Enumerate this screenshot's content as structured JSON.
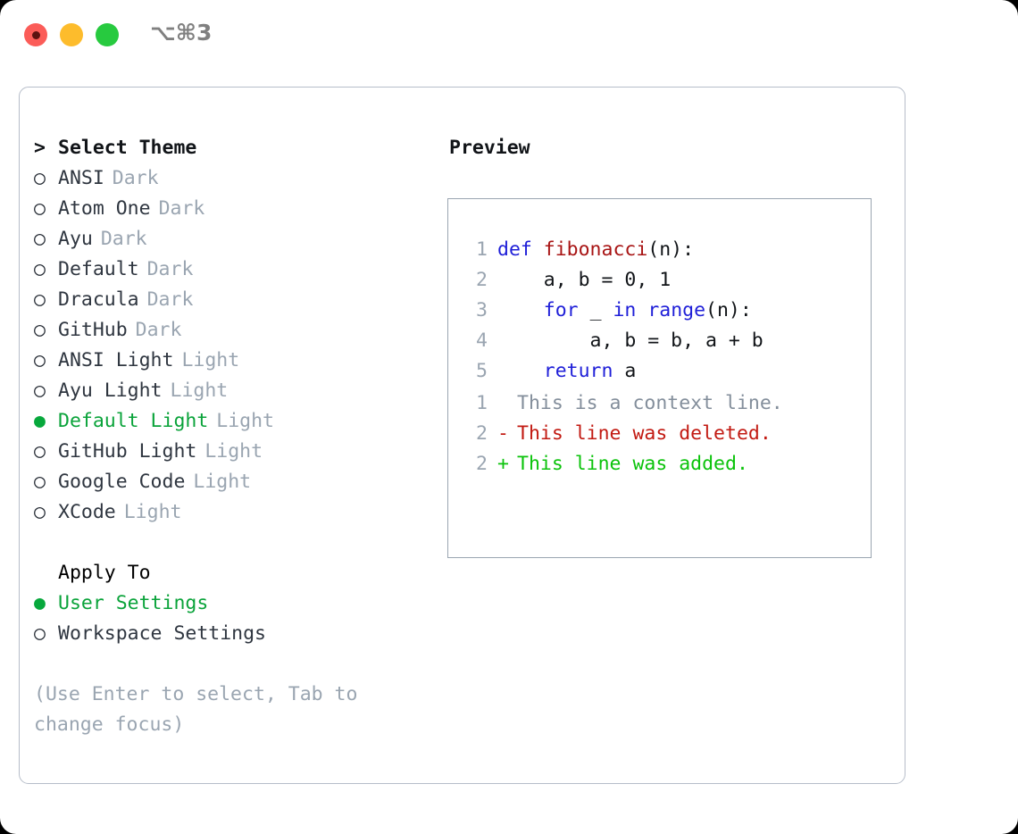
{
  "window": {
    "shortcut": "⌥⌘3",
    "traffic_lights": [
      {
        "name": "close",
        "color": "#fb5c58"
      },
      {
        "name": "minimize",
        "color": "#fdbc2c"
      },
      {
        "name": "maximize",
        "color": "#27ca3f"
      }
    ]
  },
  "theme_picker": {
    "header_prefix": ">",
    "header": "Select Theme",
    "bullet_unselected": "○",
    "bullet_selected": "●",
    "items": [
      {
        "label": "ANSI",
        "tag": "Dark",
        "selected": false
      },
      {
        "label": "Atom One",
        "tag": "Dark",
        "selected": false
      },
      {
        "label": "Ayu",
        "tag": "Dark",
        "selected": false
      },
      {
        "label": "Default",
        "tag": "Dark",
        "selected": false
      },
      {
        "label": "Dracula",
        "tag": "Dark",
        "selected": false
      },
      {
        "label": "GitHub",
        "tag": "Dark",
        "selected": false
      },
      {
        "label": "ANSI Light",
        "tag": "Light",
        "selected": false
      },
      {
        "label": "Ayu Light",
        "tag": "Light",
        "selected": false
      },
      {
        "label": "Default Light",
        "tag": "Light",
        "selected": true
      },
      {
        "label": "GitHub Light",
        "tag": "Light",
        "selected": false
      },
      {
        "label": "Google Code",
        "tag": "Light",
        "selected": false
      },
      {
        "label": "XCode",
        "tag": "Light",
        "selected": false
      }
    ]
  },
  "apply_to": {
    "header": "Apply To",
    "items": [
      {
        "label": "User Settings",
        "selected": true
      },
      {
        "label": "Workspace Settings",
        "selected": false
      }
    ]
  },
  "hint": "(Use Enter to select, Tab to change focus)",
  "preview": {
    "title": "Preview",
    "code": [
      {
        "n": "1",
        "tokens": [
          {
            "t": "def ",
            "c": "kw"
          },
          {
            "t": "fibonacci",
            "c": "fn"
          },
          {
            "t": "(n):",
            "c": "def"
          }
        ]
      },
      {
        "n": "2",
        "tokens": [
          {
            "t": "    a, b = 0, 1",
            "c": "def"
          }
        ]
      },
      {
        "n": "3",
        "tokens": [
          {
            "t": "    ",
            "c": "def"
          },
          {
            "t": "for",
            "c": "kw"
          },
          {
            "t": " _ ",
            "c": "def"
          },
          {
            "t": "in",
            "c": "kw"
          },
          {
            "t": " ",
            "c": "def"
          },
          {
            "t": "range",
            "c": "builtin"
          },
          {
            "t": "(n):",
            "c": "def"
          }
        ]
      },
      {
        "n": "4",
        "tokens": [
          {
            "t": "        a, b = b, a + b",
            "c": "def"
          }
        ]
      },
      {
        "n": "5",
        "tokens": [
          {
            "t": "    ",
            "c": "def"
          },
          {
            "t": "return",
            "c": "kw"
          },
          {
            "t": " a",
            "c": "def"
          }
        ]
      }
    ],
    "diff": [
      {
        "n": "1",
        "sign": " ",
        "text": "This is a context line.",
        "kind": "context"
      },
      {
        "n": "2",
        "sign": "-",
        "text": "This line was deleted.",
        "kind": "del"
      },
      {
        "n": "2",
        "sign": "+",
        "text": "This line was added.",
        "kind": "add"
      }
    ]
  },
  "colors": {
    "accent_green": "#0aa33a",
    "muted": "#9aa5b1",
    "keyword_blue": "#1f1fd8",
    "function_red": "#a81414",
    "diff_delete": "#c21a12",
    "diff_add": "#0bc30b",
    "border": "#b6bdc9"
  }
}
